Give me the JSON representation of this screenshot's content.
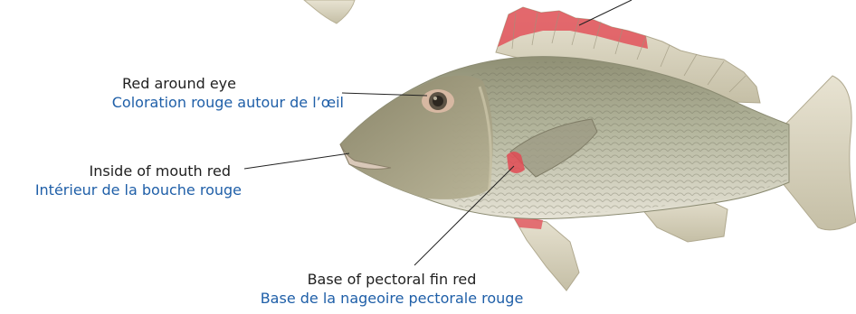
{
  "callouts": {
    "eye": {
      "en": "Red around eye",
      "fr": "Coloration rouge autour de l’œil"
    },
    "mouth": {
      "en": "Inside of mouth red",
      "fr": "Intérieur de la bouche rouge"
    },
    "pectoral_fin": {
      "en": "Base of pectoral fin red",
      "fr": "Base de la nageoire pectorale rouge"
    }
  },
  "colors": {
    "english_text": "#1f1f1f",
    "french_text": "#1f5fa8",
    "fish_body": "#a9ab92",
    "fish_fins": "#cfc9b1",
    "red_markings": "#e0444f"
  }
}
